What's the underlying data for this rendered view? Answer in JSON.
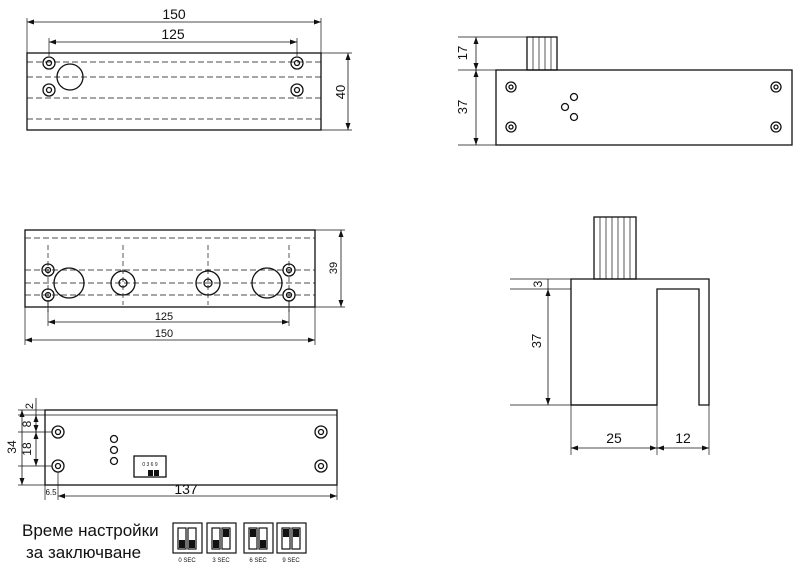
{
  "views": {
    "top_view": {
      "width": "150",
      "hole_spacing": "125",
      "height": "40"
    },
    "side_view": {
      "pin_height": "17",
      "body_height": "37"
    },
    "bottom_view": {
      "height": "39",
      "hole_spacing": "125",
      "width": "150"
    },
    "end_view": {
      "gap": "3",
      "height": "37",
      "width": "25",
      "lip": "12"
    },
    "front_view": {
      "top_offset": "2",
      "upper": "8",
      "lower": "18",
      "total": "34",
      "edge_offset": "6.5",
      "length": "137"
    }
  },
  "caption": {
    "line1": "Време настройки",
    "line2": "за заключване"
  },
  "dip_switch": {
    "positions": [
      "0 3 6 9"
    ]
  },
  "timing_options": [
    {
      "label": "0 SEC"
    },
    {
      "label": "3 SEC"
    },
    {
      "label": "6 SEC"
    },
    {
      "label": "9 SEC"
    }
  ]
}
